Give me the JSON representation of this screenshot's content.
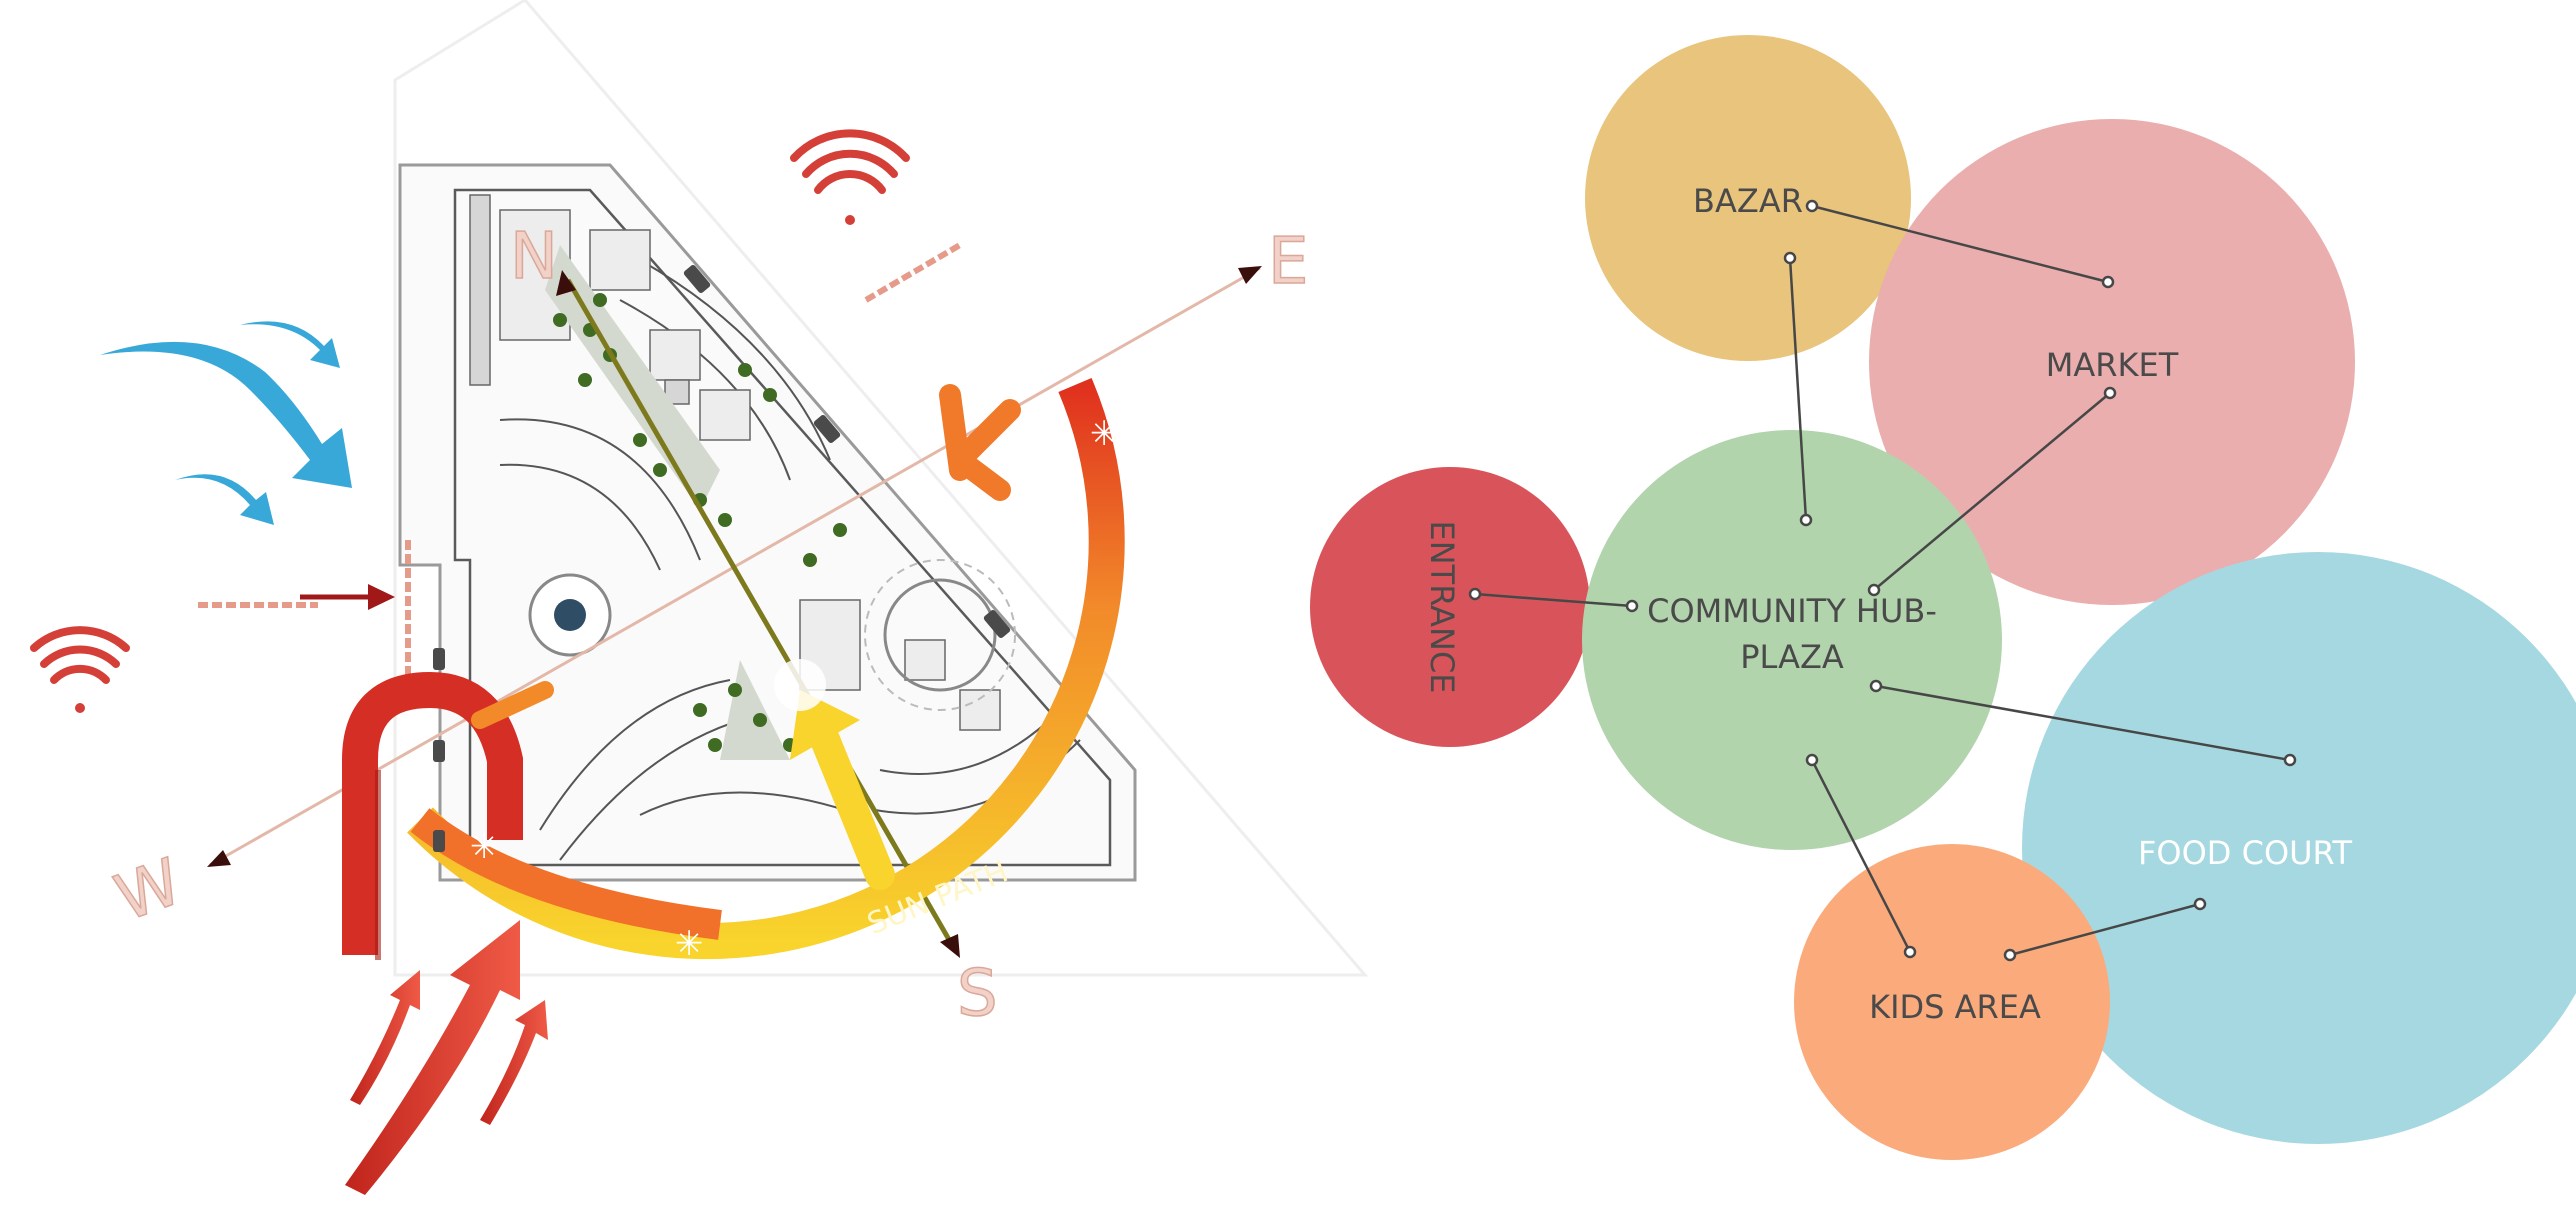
{
  "site_analysis": {
    "compass": {
      "north": "N",
      "east": "E",
      "south": "S",
      "west": "W"
    },
    "sun_path_label": "SUN PATH",
    "colors": {
      "wind": "#38a8d8",
      "heat": "#d93a2c",
      "sun_start": "#e23a22",
      "sun_end": "#f7d02c",
      "axis": "#e0b0a0"
    },
    "icons": [
      "noise-icon",
      "wind-arrow-icon",
      "heat-arrow-icon",
      "sun-path-arc"
    ]
  },
  "bubble_diagram": {
    "nodes": [
      {
        "id": "bazar",
        "label": "BAZAR",
        "color": "#e8c47c"
      },
      {
        "id": "market",
        "label": "MARKET",
        "color": "#eaaeae"
      },
      {
        "id": "entrance",
        "label": "ENTRANCE",
        "color": "#d9545a"
      },
      {
        "id": "community",
        "label_line1": "COMMUNITY HUB-",
        "label_line2": "PLAZA",
        "color": "#b2d4ad"
      },
      {
        "id": "food_court",
        "label": "FOOD COURT",
        "color": "#a6d8e2"
      },
      {
        "id": "kids_area",
        "label": "KIDS AREA",
        "color": "#fbaa7c"
      }
    ],
    "connections": [
      [
        "bazar",
        "market"
      ],
      [
        "bazar",
        "community"
      ],
      [
        "market",
        "community"
      ],
      [
        "entrance",
        "community"
      ],
      [
        "community",
        "food_court"
      ],
      [
        "community",
        "kids_area"
      ],
      [
        "kids_area",
        "food_court"
      ]
    ]
  }
}
